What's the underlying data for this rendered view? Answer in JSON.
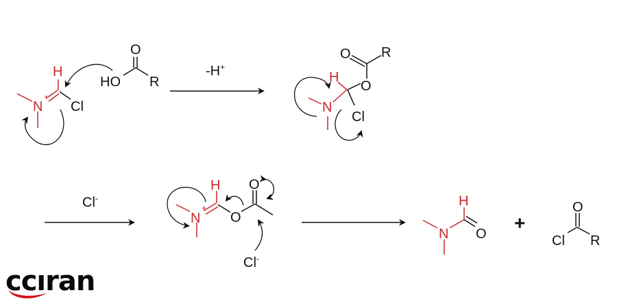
{
  "colors": {
    "highlight": "#c8262c",
    "ink": "#111111"
  },
  "atoms": {
    "H": "H",
    "N": "N",
    "Cl": "Cl",
    "O": "O",
    "R": "R",
    "HO": "HO",
    "plus_charge": "+",
    "minus_charge": "-"
  },
  "step1": {
    "reagent": "-H",
    "reagent_sup": "+"
  },
  "step2": {
    "reagent": "Cl",
    "reagent_sup": "-"
  },
  "products": {
    "plus": "+"
  },
  "logo": {
    "text": "ccıran"
  }
}
